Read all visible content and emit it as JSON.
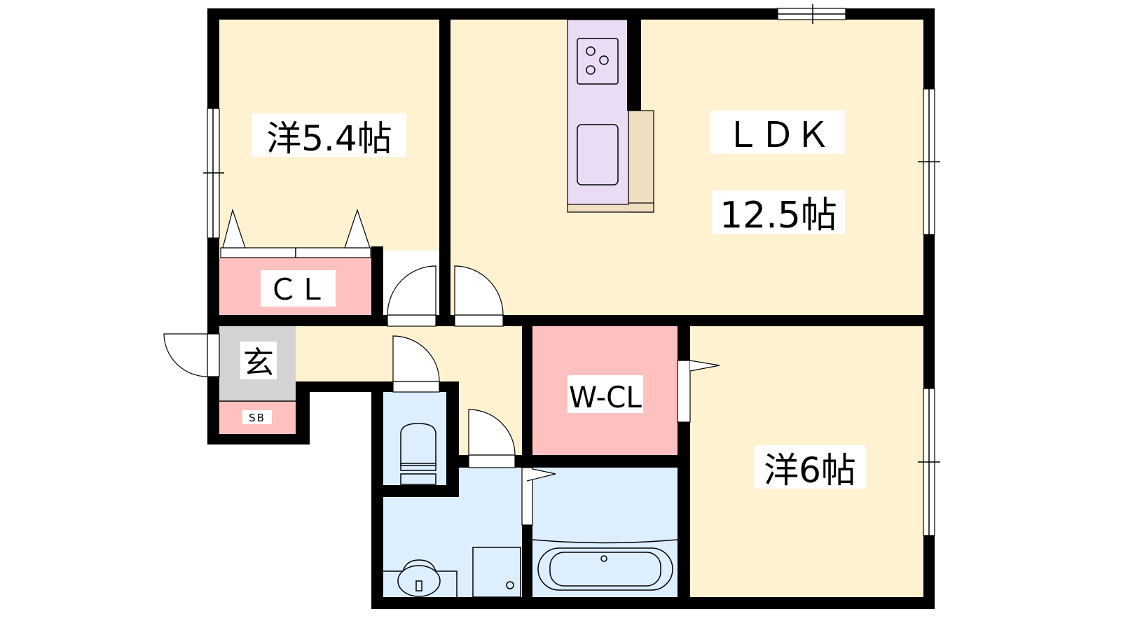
{
  "rooms": {
    "western_1": {
      "label": "洋5.4帖"
    },
    "closet": {
      "label": "ＣＬ"
    },
    "ldk": {
      "label": "ＬＤＫ",
      "size": "12.5帖"
    },
    "entrance": {
      "label": "玄"
    },
    "shoe_box": {
      "label": "SB"
    },
    "walk_in_closet": {
      "label": "W-CL"
    },
    "western_2": {
      "label": "洋6帖"
    }
  },
  "colors": {
    "room": "#FFF2D0",
    "closet": "#FFC0C0",
    "entrance": "#D3D3D3",
    "wet": "#DDEEFF",
    "kitchen": "#EADCF5",
    "counter": "#F0DEC0",
    "wall": "#000000"
  }
}
